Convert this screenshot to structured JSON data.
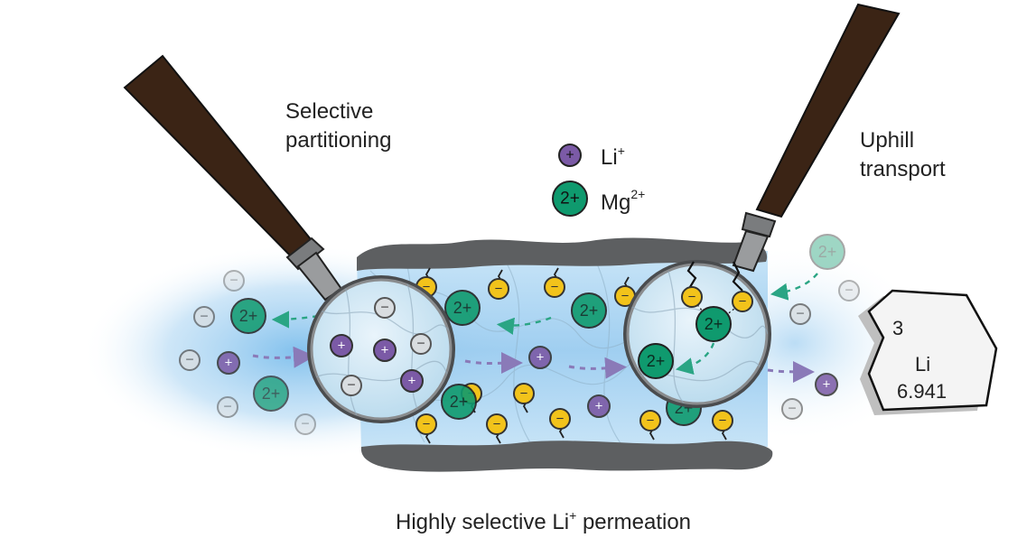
{
  "labels": {
    "selective_partitioning": [
      "Selective",
      "partitioning"
    ],
    "uphill_transport": [
      "Uphill",
      "transport"
    ],
    "bottom_caption_prefix": "Highly selective Li",
    "bottom_caption_sup": "+",
    "bottom_caption_suffix": " permeation"
  },
  "legend": {
    "li": {
      "symbol": "+",
      "label": "Li",
      "sup": "+"
    },
    "mg": {
      "symbol": "2+",
      "label": "Mg",
      "sup": "2+"
    }
  },
  "element_tile": {
    "number": "3",
    "symbol": "Li",
    "mass": "6.941"
  },
  "ion_glyphs": {
    "anion": "−",
    "cation_li": "+",
    "cation_mg": "2+"
  },
  "colors": {
    "li": "#7b5aa6",
    "mg": "#0f9a6e",
    "anion_fill": "#d9dde0",
    "sulfonate": "#f2c31b",
    "handle": "#3b2415",
    "membrane_edge": "#5d5f61",
    "glow": "#4aa3e0"
  }
}
